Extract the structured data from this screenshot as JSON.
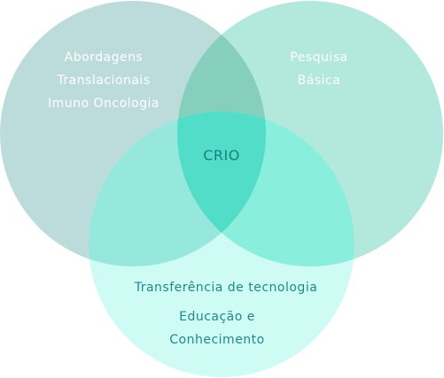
{
  "diagram": {
    "type": "venn",
    "circles": [
      {
        "id": "top-left",
        "lines": [
          "Abordagens",
          "Translacionais",
          "Imuno Oncologia"
        ],
        "fill_color": "#bcdcdc",
        "text_color": "#ffffff"
      },
      {
        "id": "top-right",
        "lines": [
          "Pesquisa",
          "Básica"
        ],
        "fill_color": "#b3e8dc",
        "text_color": "#ffffff"
      },
      {
        "id": "bottom",
        "lines": [
          "Transferência de tecnologia",
          "Educação e",
          "Conhecimento"
        ],
        "fill_color": "#cefbf4",
        "text_color": "#1f8a8a"
      }
    ],
    "overlap_colors": {
      "top-left_top-right": "#86cfbd",
      "top-left_bottom": "#96e7dc",
      "top-right_bottom": "#8aeedd",
      "all": "#52ddc8"
    },
    "center_label": "CRIO"
  }
}
